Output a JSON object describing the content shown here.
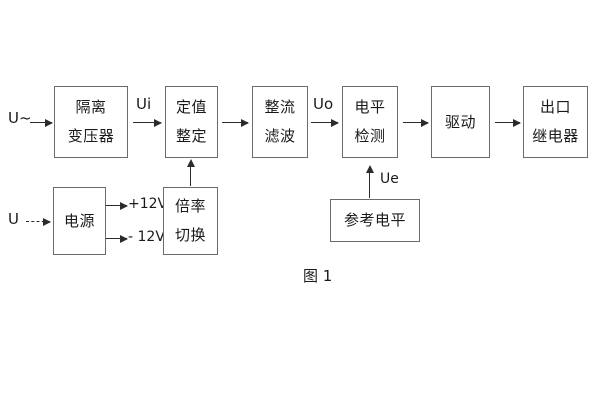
{
  "diagram": {
    "caption": "图 1",
    "blocks": [
      {
        "id": "isolation-transformer",
        "lines": [
          "隔离",
          "变压器"
        ]
      },
      {
        "id": "setpoint-adjust",
        "lines": [
          "定值",
          "整定"
        ]
      },
      {
        "id": "rectify-filter",
        "lines": [
          "整流",
          "滤波"
        ]
      },
      {
        "id": "level-detect",
        "lines": [
          "电平",
          "检测"
        ]
      },
      {
        "id": "driver",
        "lines": [
          "驱动"
        ]
      },
      {
        "id": "output-relay",
        "lines": [
          "出口",
          "继电器"
        ]
      },
      {
        "id": "power-supply",
        "lines": [
          "电源"
        ]
      },
      {
        "id": "multiplier-switch",
        "lines": [
          "倍率",
          "切换"
        ]
      },
      {
        "id": "reference-level",
        "lines": [
          "参考电平"
        ]
      }
    ],
    "signals": {
      "input_ac": "U~",
      "input_dc": "U",
      "ui": "Ui",
      "uo": "Uo",
      "ue": "Ue",
      "rail_positive": "+12V",
      "rail_negative": "- 12V"
    },
    "colors": {
      "box_border": "#6b6b6b",
      "arrow": "#2b2b2b",
      "text": "#1a1a1a",
      "background": "#ffffff"
    }
  }
}
